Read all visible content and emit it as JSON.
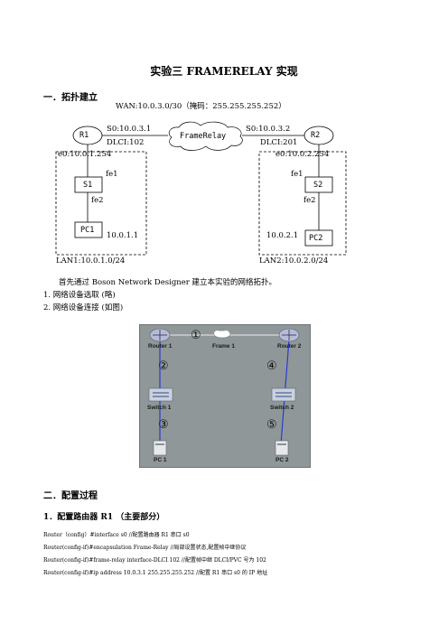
{
  "title": "实验三  FRAMERELAY 实现",
  "sec1": {
    "heading": "一．拓扑建立",
    "wan": "WAN:10.0.3.0/30（掩码：255.255.255.252）"
  },
  "topology": {
    "r1": "R1",
    "r2": "R2",
    "s1": "S1",
    "s2": "S2",
    "pc1": "PC1",
    "pc2": "PC2",
    "frame": "FrameRelay",
    "s0_left": "S0:10.0.3.1",
    "dlci_left": "DLCI:102",
    "s0_right": "S0:10.0.3.2",
    "dlci_right": "DLCI:201",
    "e0_left": "e0:10.0.1.254",
    "e0_right": "e0:10.0.2.254",
    "fe1_left": "fe1",
    "fe2_left": "fe2",
    "fe1_right": "fe1",
    "fe2_right": "fe2",
    "pc1_ip": "10.0.1.1",
    "pc2_ip": "10.0.2.1",
    "lan1": "LAN1:10.0.1.0/24",
    "lan2": "LAN2:10.0.2.0/24"
  },
  "intro": "首先通过 Boson Network Designer  建立本实验的网络拓扑。",
  "steps": [
    "1.   网络设备选取   (略)",
    "2.   网络设备连接   (如图)"
  ],
  "screenshot": {
    "router1": "Router 1",
    "router2": "Router 2",
    "frame1": "Frame 1",
    "switch1": "Switch 1",
    "switch2": "Switch 2",
    "pc1": "PC 1",
    "pc2": "PC 2",
    "n1": "①",
    "n2": "②",
    "n3": "③",
    "n4": "④",
    "n5": "⑤"
  },
  "sec2": {
    "heading": "二．配置过程",
    "sub": "1．配置路由器 R1  （主要部分）"
  },
  "code": [
    "Router（config）#interface s0    //配置路由器 R1 串口 s0",
    "Router(config-if)#encapsulation Frame-Relay                    //局部设置状态,配置帧中继协议",
    "Router(config-if)#frame-relay interface-DLCI 102    //配置帧中继 DLCI/PVC 号为 102",
    "Router(config-if)#ip address 10.0.3.1 255.255.255.252      //配置 R1 串口 s0 的 IP 地址"
  ]
}
